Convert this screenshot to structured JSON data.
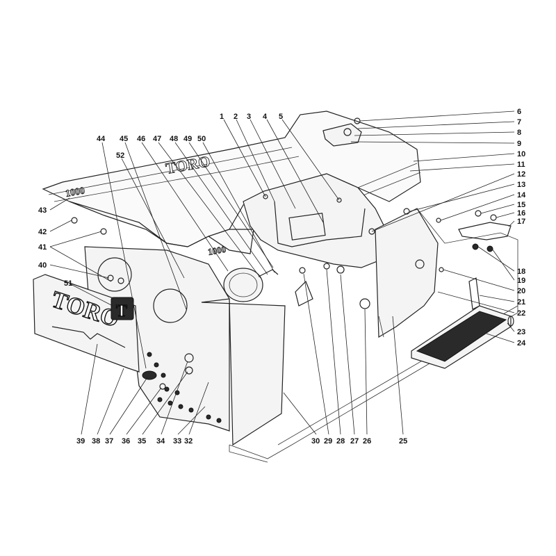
{
  "diagram": {
    "brand_text": "TORO",
    "hood_text": "TORO",
    "emblem_letter": "T",
    "hood_model_text_left": "1000",
    "hood_model_text_right": "1000",
    "colors": {
      "ink": "#222222",
      "paper": "#ffffff"
    },
    "part_labels": [
      "1",
      "2",
      "3",
      "4",
      "5",
      "6",
      "7",
      "8",
      "9",
      "10",
      "11",
      "12",
      "13",
      "14",
      "15",
      "16",
      "17",
      "18",
      "19",
      "20",
      "21",
      "22",
      "23",
      "24",
      "25",
      "26",
      "27",
      "28",
      "29",
      "30",
      "32",
      "33",
      "34",
      "35",
      "36",
      "37",
      "38",
      "39",
      "40",
      "41",
      "42",
      "43",
      "44",
      "45",
      "46",
      "47",
      "48",
      "49",
      "50",
      "51",
      "52"
    ]
  }
}
